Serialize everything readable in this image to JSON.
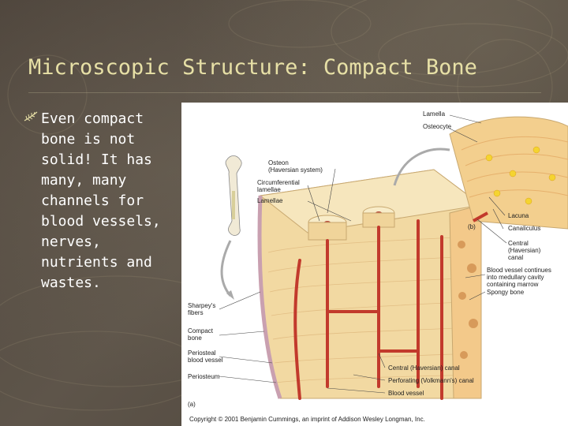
{
  "slide": {
    "title": "Microscopic Structure:  Compact Bone",
    "bullet_icon": "fern-leaf-icon",
    "bullet_text": "Even compact bone is not solid!  It has many, many channels for blood vessels, nerves, nutrients and wastes."
  },
  "figure": {
    "labels_right_top": [
      "Lamella",
      "Osteocyte"
    ],
    "labels_center": [
      "Osteon",
      "(Haversian system)",
      "Circumferential",
      "lamellae",
      "Lamellae"
    ],
    "labels_right": [
      "Lacuna",
      "Canaliculus",
      "Central",
      "(Haversian)",
      "canal",
      "Blood vessel continues",
      "into medullary cavity",
      "containing marrow",
      "Spongy bone"
    ],
    "labels_left": [
      "Sharpey's",
      "fibers",
      "Compact",
      "bone",
      "Periosteal",
      "blood vessel",
      "Periosteum"
    ],
    "labels_bottom": [
      "Central (Haversian) canal",
      "Perforating (Volkmann's) canal",
      "Blood vessel"
    ],
    "panel_b": "(b)",
    "panel_a": "(a)",
    "copyright": "Copyright © 2001 Benjamin Cummings, an imprint of Addison Wesley Longman, Inc."
  }
}
